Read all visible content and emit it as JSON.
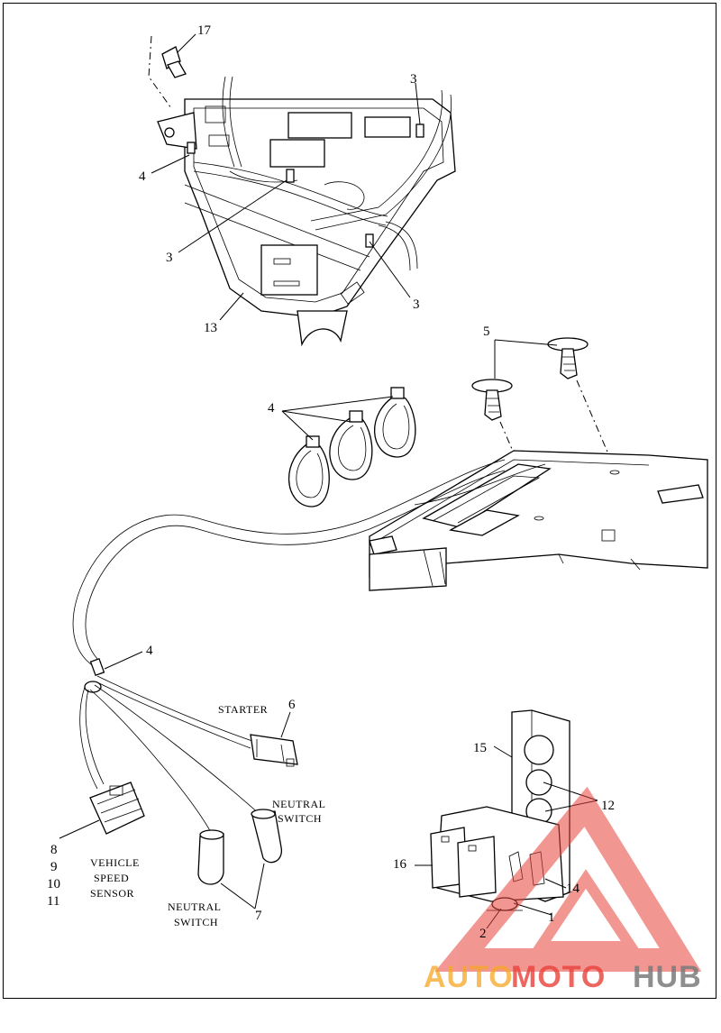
{
  "callouts": {
    "n17": "17",
    "n3_top": "3",
    "n4_top": "4",
    "n3_left": "3",
    "n3_right": "3",
    "n13": "13",
    "n5": "5",
    "n4_clamps": "4",
    "n4_harness": "4",
    "n6": "6",
    "n8": "8",
    "n9": "9",
    "n10": "10",
    "n11": "11",
    "n7": "7",
    "n15": "15",
    "n12": "12",
    "n16": "16",
    "n14": "14",
    "n1": "1",
    "n2": "2"
  },
  "captions": {
    "starter": "STARTER",
    "neutral_switch_right": [
      "NEUTRAL",
      "SWITCH"
    ],
    "neutral_switch_bottom": [
      "NEUTRAL",
      "SWITCH"
    ],
    "vehicle_speed_sensor": [
      "VEHICLE",
      "SPEED",
      "SENSOR"
    ]
  },
  "watermark": {
    "part1": "AUTO",
    "part2": "MOTO",
    "part3": "HUB",
    "color_red": "#e8413a",
    "color_orange": "#f5a623",
    "color_gray": "#7a7a7a"
  }
}
